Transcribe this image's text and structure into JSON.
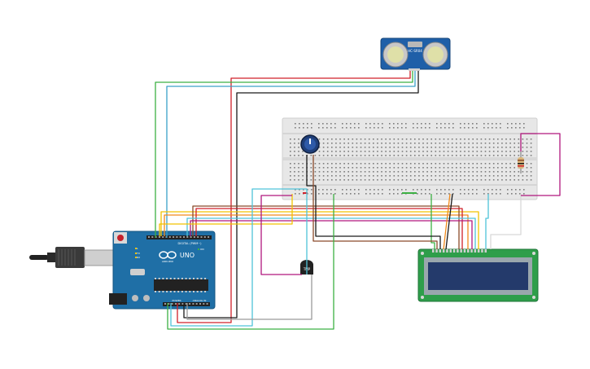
{
  "board": {
    "brand": "UNO",
    "maker_logo": "ARDUINO",
    "digital_label": "DIGITAL (PWM~)",
    "power_label": "POWER",
    "analog_label": "ANALOG IN",
    "tx_label": "TX",
    "rx_label": "RX",
    "l_label": "L",
    "on_label": "ON"
  },
  "ultrasonic": {
    "model": "HC-SR04"
  },
  "sensor_chip": {
    "label": "TMP"
  },
  "colors": {
    "wire_red": "#d0202a",
    "wire_black": "#1a1a1a",
    "wire_green": "#3cb043",
    "wire_blue": "#3aa0c8",
    "wire_cyan": "#4fc3d9",
    "wire_yellow": "#f2c200",
    "wire_orange": "#f08a1c",
    "wire_brown": "#8b4a2a",
    "wire_magenta": "#b0177e",
    "wire_gray": "#9a9a9a",
    "wire_white": "#d8d8d8",
    "arduino_blue": "#1f6fa6",
    "breadboard": "#e6e6e6",
    "lcd_green": "#2e9e4a",
    "lcd_screen": "#243a6b",
    "sensor_blue": "#1f5fa8"
  }
}
